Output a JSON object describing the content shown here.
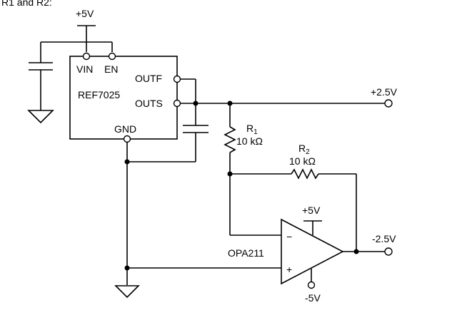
{
  "header_fragment": "R1 and R2:",
  "supplies": {
    "top_vcc": "+5V",
    "opamp_vcc": "+5V",
    "opamp_vee": "-5V"
  },
  "reference_ic": {
    "part": "REF7025",
    "pin_vin": "VIN",
    "pin_en": "EN",
    "pin_outf": "OUTF",
    "pin_outs": "OUTS",
    "pin_gnd": "GND"
  },
  "resistors": {
    "r1_name": "R",
    "r1_sub": "1",
    "r1_value": "10 kΩ",
    "r2_name": "R",
    "r2_sub": "2",
    "r2_value": "10 kΩ"
  },
  "opamp": {
    "part": "OPA211",
    "minus_sign": "−",
    "plus_sign": "+"
  },
  "outputs": {
    "positive": "+2.5V",
    "negative": "-2.5V"
  }
}
